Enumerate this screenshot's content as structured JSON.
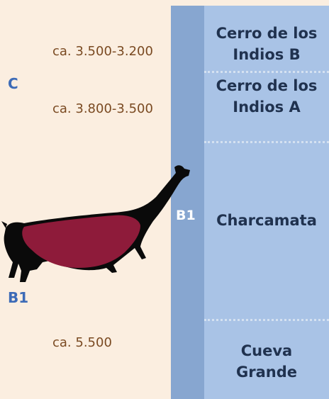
{
  "dates": [
    "ca. 3.500-3.200",
    "ca. 3.800-3.500",
    "ca. 5.500"
  ],
  "labels": {
    "c": "C",
    "b1_left": "B1",
    "b1_band": "B1"
  },
  "sites": [
    [
      "Cerro de los",
      "Indios B"
    ],
    [
      "Cerro de los",
      "Indios A"
    ],
    [
      "Charcamata"
    ],
    [
      "Cueva",
      "Grande"
    ]
  ],
  "colors": {
    "background": "#fbeee0",
    "band": "#87a6d0",
    "column": "#a9c3e6",
    "date_text": "#7a4a22",
    "tag_text": "#3d6bb7",
    "site_text": "#20324f",
    "animal_body": "#8e1b3a",
    "animal_outline": "#0a0a0a"
  },
  "figure": {
    "subject": "camelid-rock-painting"
  }
}
